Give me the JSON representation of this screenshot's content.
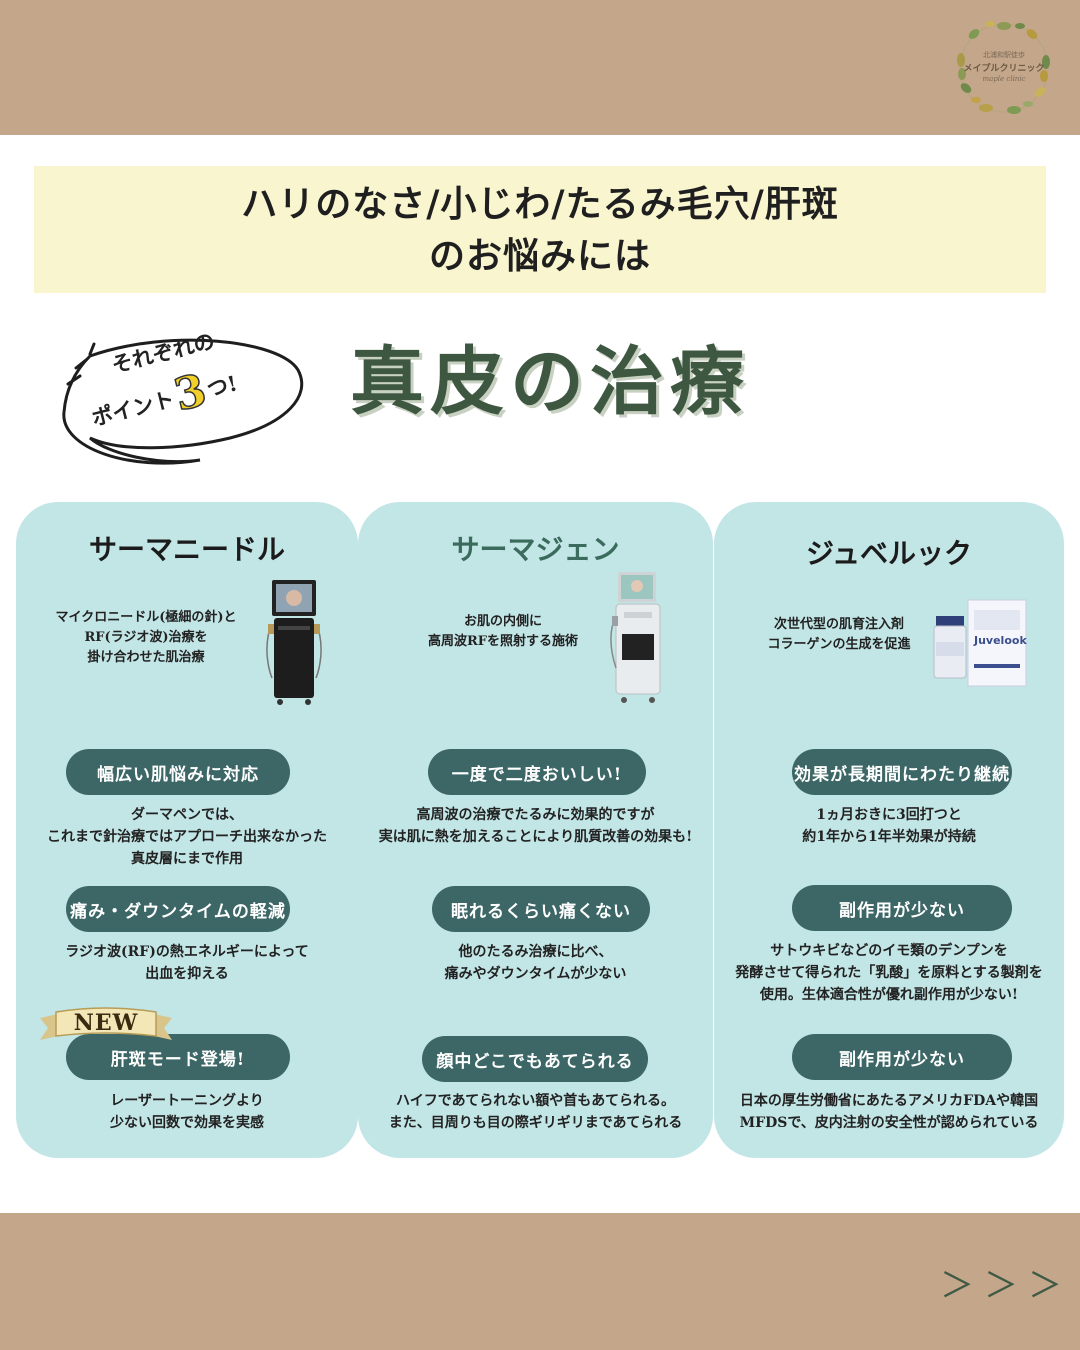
{
  "logo": {
    "small_text": "北浦和駅徒歩",
    "name": "メイプルクリニック",
    "sub": "maple clinic"
  },
  "headline": {
    "line1": "ハリのなさ/小じわ/たるみ毛穴/肝斑",
    "line2": "のお悩みには"
  },
  "bubble": {
    "line1": "それぞれの",
    "line2_a": "ポイント",
    "number": "3",
    "line2_b": "つ!"
  },
  "main_title": "真皮の治療",
  "cards": [
    {
      "title": "サーマニードル",
      "intro": [
        "マイクロニードル(極細の針)と",
        "RF(ラジオ波)治療を",
        "掛け合わせた肌治療"
      ],
      "points": [
        {
          "label": "幅広い肌悩みに対応",
          "desc": [
            "ダーマペンでは、",
            "これまで針治療ではアプローチ出来なかった",
            "真皮層にまで作用"
          ]
        },
        {
          "label": "痛み・ダウンタイムの軽減",
          "desc": [
            "ラジオ波(RF)の熱エネルギーによって",
            "出血を抑える"
          ]
        },
        {
          "label": "肝斑モード登場!",
          "desc": [
            "レーザートーニングより",
            "少ない回数で効果を実感"
          ]
        }
      ],
      "badge": "NEW"
    },
    {
      "title": "サーマジェン",
      "intro": [
        "お肌の内側に",
        "高周波RFを照射する施術"
      ],
      "points": [
        {
          "label": "一度で二度おいしい!",
          "desc": [
            "高周波の治療でたるみに効果的ですが",
            "実は肌に熱を加えることにより肌質改善の効果も!"
          ]
        },
        {
          "label": "眠れるくらい痛くない",
          "desc": [
            "他のたるみ治療に比べ、",
            "痛みやダウンタイムが少ない"
          ]
        },
        {
          "label": "顔中どこでもあてられる",
          "desc": [
            "ハイフであてられない額や首もあてられる。",
            "また、目周りも目の際ギリギリまであてられる"
          ]
        }
      ]
    },
    {
      "title": "ジュベルック",
      "intro": [
        "次世代型の肌育注入剤",
        "コラーゲンの生成を促進"
      ],
      "product_label": "Juvelook",
      "points": [
        {
          "label": "効果が長期間にわたり継続",
          "desc": [
            "1ヵ月おきに3回打つと",
            "約1年から1年半効果が持続"
          ]
        },
        {
          "label": "副作用が少ない",
          "desc": [
            "サトウキビなどのイモ類のデンプンを",
            "発酵させて得られた「乳酸」を原料とする製剤を",
            "使用。生体適合性が優れ副作用が少ない!"
          ]
        },
        {
          "label": "副作用が少ない",
          "desc": [
            "日本の厚生労働省にあたるアメリカFDAや韓国",
            "MFDSで、皮内注射の安全性が認められている"
          ]
        }
      ]
    }
  ],
  "next_arrows": "＞＞＞",
  "colors": {
    "band": "#c4a68b",
    "headline_bg": "#f8f5cf",
    "card_bg": "#c2e5e6",
    "pill_bg": "#3c6766",
    "title_green": "#3e5741",
    "accent_yellow": "#f2d02a"
  }
}
